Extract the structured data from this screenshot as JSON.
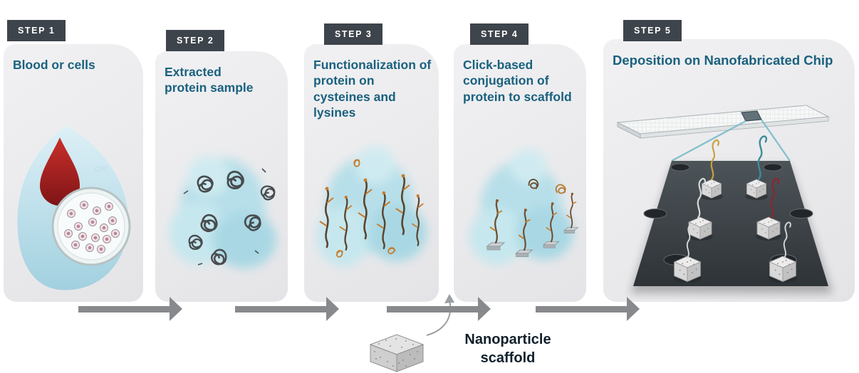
{
  "diagram": {
    "steps": [
      {
        "badge": "STEP 1",
        "title": "Blood or cells",
        "or_label": "OR",
        "illustration": "blood-drop-and-petri-dish"
      },
      {
        "badge": "STEP 2",
        "title": "Extracted protein sample",
        "illustration": "protein-tangles-on-teal-blob"
      },
      {
        "badge": "STEP 3",
        "title": "Functionalization of protein on cysteines and lysines",
        "illustration": "functionalized-protein-strands"
      },
      {
        "badge": "STEP 4",
        "title": "Click-based conjugation of protein to scaffold",
        "illustration": "proteins-conjugated-to-scaffolds"
      },
      {
        "badge": "STEP 5",
        "title": "Deposition on Nanofabricated Chip",
        "illustration": "nanofabricated-chip-with-nanoparticles"
      }
    ],
    "footer": {
      "scaffold_label": "Nanoparticle scaffold"
    },
    "colors": {
      "heading": "#1a617f",
      "badge_bg": "#3e444b",
      "badge_text": "#ffffff",
      "arrow": "#87898c",
      "blob_teal": "#b7dfe9",
      "blood_red": "#a32020",
      "label_dark": "#10202b"
    }
  }
}
